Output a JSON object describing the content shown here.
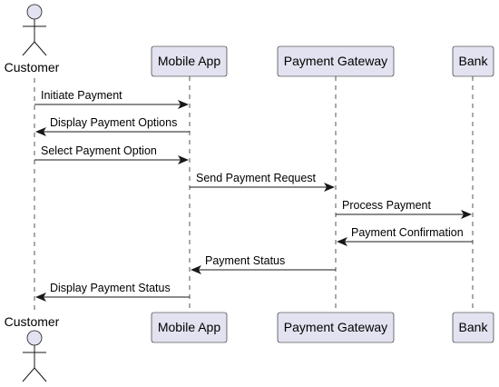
{
  "colors": {
    "participant_fill": "#E2E2F0",
    "stroke": "#181818",
    "lifeline": "#555555"
  },
  "actor": {
    "label": "Customer",
    "icon": "stick-figure-icon"
  },
  "participants": [
    {
      "label": "Mobile App"
    },
    {
      "label": "Payment Gateway"
    },
    {
      "label": "Bank"
    }
  ],
  "messages": [
    {
      "label": "Initiate Payment",
      "from": 0,
      "to": 1
    },
    {
      "label": "Display Payment Options",
      "from": 1,
      "to": 0
    },
    {
      "label": "Select Payment Option",
      "from": 0,
      "to": 1
    },
    {
      "label": "Send Payment Request",
      "from": 1,
      "to": 2
    },
    {
      "label": "Process Payment",
      "from": 2,
      "to": 3
    },
    {
      "label": "Payment Confirmation",
      "from": 3,
      "to": 2
    },
    {
      "label": "Payment Status",
      "from": 2,
      "to": 1
    },
    {
      "label": "Display Payment Status",
      "from": 1,
      "to": 0
    }
  ]
}
